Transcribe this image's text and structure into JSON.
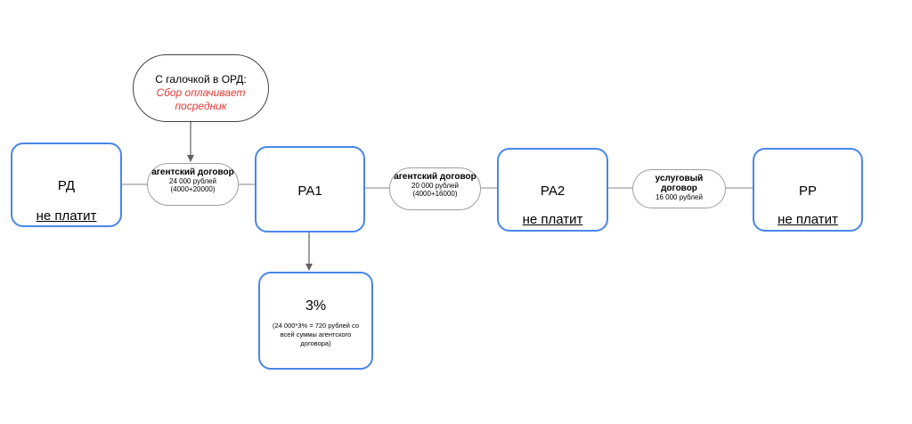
{
  "nodes": {
    "rd": {
      "title": "РД",
      "note": "не платит"
    },
    "ra1": {
      "title": "РА1"
    },
    "ra2": {
      "title": "РА2",
      "note": "не платит"
    },
    "rr": {
      "title": "РР",
      "note": "не платит"
    },
    "fee": {
      "value": "3%",
      "note": "(24 000*3% = 720 рублей со всей суммы агентского договора)"
    }
  },
  "callout": {
    "line1": "С галочкой в ОРД:",
    "line2": "Сбор оплачивает",
    "line3": "посредник"
  },
  "contracts": [
    {
      "title": "агентский договор",
      "amount": "24 000 рублей",
      "detail": "(4000+20000)"
    },
    {
      "title": "агентский договор",
      "amount": "20 000 рублей",
      "detail": "(4000+16000)"
    },
    {
      "title": "услуговый договор",
      "amount": "16 000 рублей"
    }
  ],
  "colors": {
    "box_border": "#4a86e8",
    "highlight_text": "#e53935",
    "connector": "#616161"
  }
}
